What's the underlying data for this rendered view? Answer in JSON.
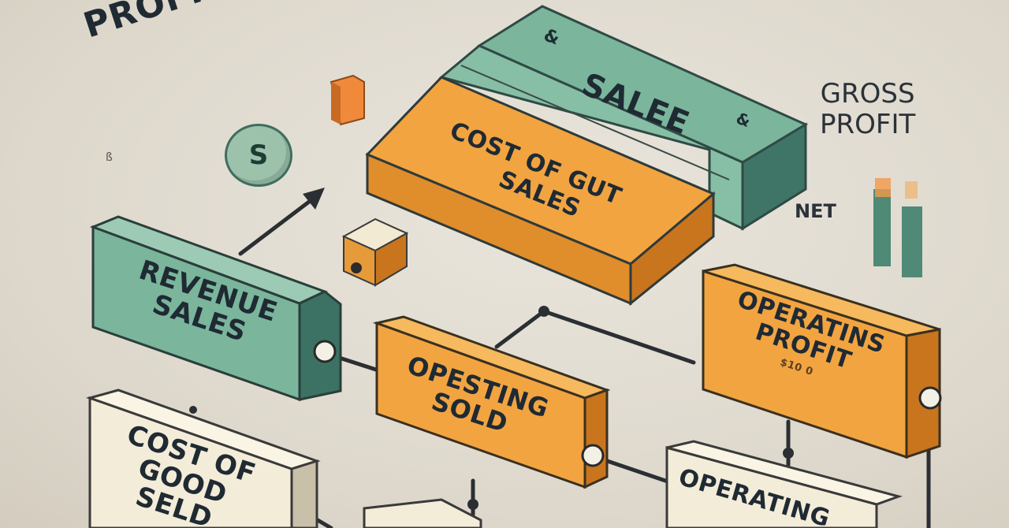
{
  "title": "PROFIT & LOS",
  "top_block": {
    "green_label": "SALEE",
    "green_mark_left": "&",
    "green_mark_right": "&",
    "orange_label_line1": "COST OF GUT",
    "orange_label_line2": "SALES"
  },
  "coin_symbol": "S",
  "small_mark": "ß",
  "gross_profit": {
    "line1": "GROSS",
    "line2": "PROFIT"
  },
  "net_label": "NET",
  "boxes": {
    "revenue": {
      "line1": "REVENUE",
      "line2": "SALES"
    },
    "opesting": {
      "line1": "OPESTING",
      "line2": "SOLD"
    },
    "operating_profit": {
      "line1": "OPERATINS",
      "line2": "PROFIT",
      "sub": "$10 0"
    },
    "cost_of_good": {
      "line1": "COST OF",
      "line2": "GOOD",
      "line3": "SELD"
    },
    "operating_bottom": {
      "line1": "OPERATING"
    }
  },
  "colors": {
    "teal": "#7ab59c",
    "teal_dark": "#3c7263",
    "orange": "#f2a441",
    "orange_dark": "#c9751e",
    "cream": "#f3ecd8",
    "ink": "#1f2a33"
  }
}
